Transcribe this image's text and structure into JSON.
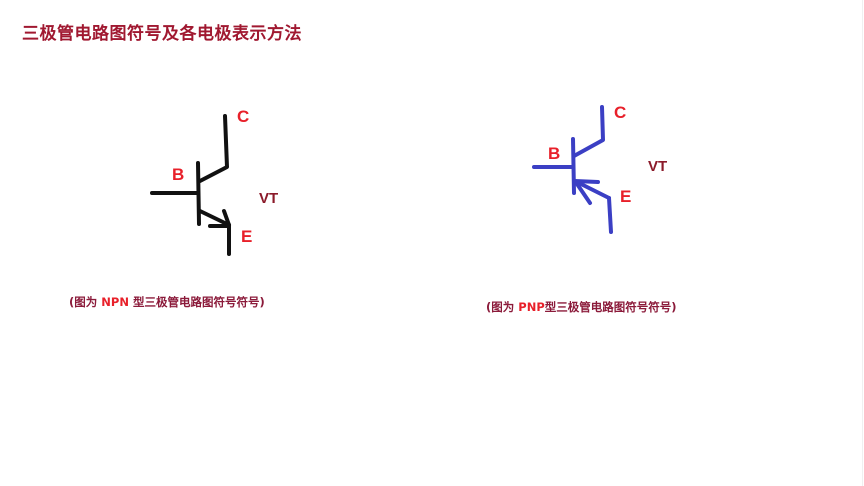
{
  "slide": {
    "title": "三极管电路图符号及各电极表示方法",
    "colors": {
      "title": "#a01830",
      "pin_label": "#e8202a",
      "vt_label": "#8b1a2a",
      "npn_stroke": "#111111",
      "pnp_stroke": "#3b3fc4"
    }
  },
  "npn": {
    "type": "NPN",
    "labels": {
      "collector": "C",
      "base": "B",
      "emitter": "E",
      "designator": "VT"
    },
    "caption": {
      "prefix": "(图为 ",
      "highlight": "NPN",
      "suffix": " 型三极管电路图符号符号)"
    }
  },
  "pnp": {
    "type": "PNP",
    "labels": {
      "collector": "C",
      "base": "B",
      "emitter": "E",
      "designator": "VT"
    },
    "caption": {
      "prefix": "(图为 ",
      "highlight": "PNP",
      "suffix": "型三极管电路图符号符号)"
    }
  }
}
